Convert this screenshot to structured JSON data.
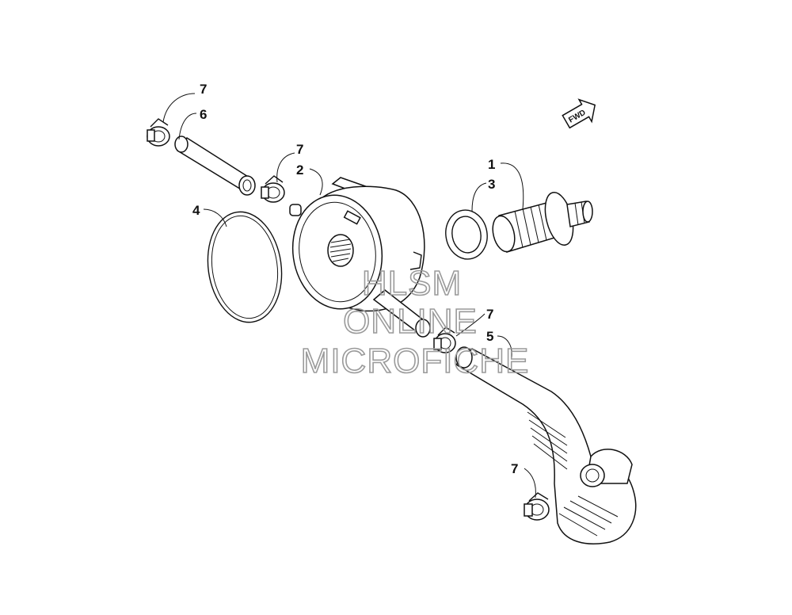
{
  "callouts": {
    "clamp_top_left": "7",
    "hose_short": "6",
    "clamp_mid": "7",
    "oil_cooler": "2",
    "o_ring_large": "4",
    "fitting": "1",
    "washer": "3",
    "clamp_right": "7",
    "hose_long": "5",
    "clamp_bottom": "7"
  },
  "direction_arrow": {
    "label": "FWD",
    "icon": "arrow-icon"
  },
  "watermark": {
    "line1": "HLSM",
    "line2": "ONLINE",
    "line3": "MICROFICHE",
    "color": "#9a9a9a"
  }
}
